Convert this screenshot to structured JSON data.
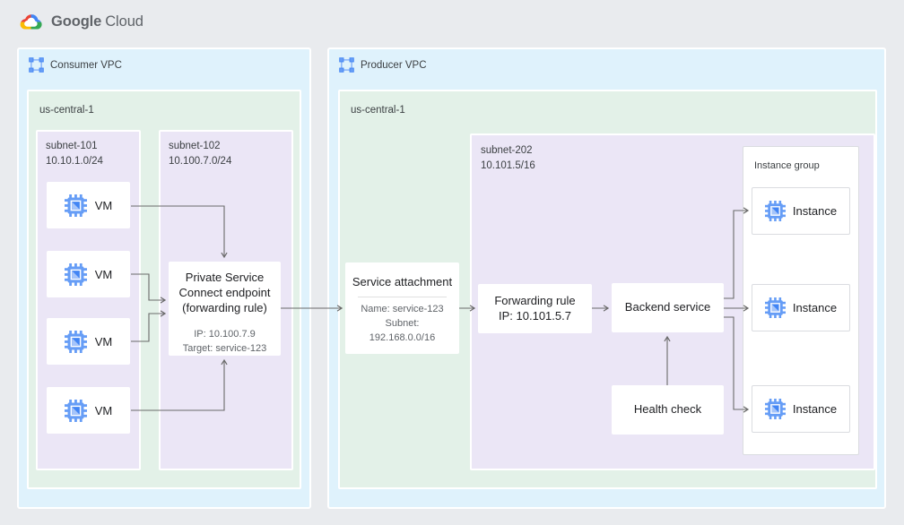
{
  "header": {
    "logo_part1": "Google",
    "logo_part2": "Cloud"
  },
  "colors": {
    "page_background": "#e9ebee",
    "vpc_blue": "#dff2fc",
    "region_green": "#e3f1e8",
    "subnet_purple": "#ebe6f6",
    "node_border_gray": "#dadce0",
    "arrow_gray": "#6a6a6a",
    "icon_blue_dark": "#4285f4",
    "icon_blue_mid": "#669df6",
    "icon_blue_light": "#a6c5fa",
    "logo_red": "#ea4335",
    "logo_blue": "#4285f4",
    "logo_yellow": "#fbbc04",
    "logo_green": "#34a853",
    "text_dark": "#202124",
    "text_gray": "#5f6368"
  },
  "icons": {
    "vpc": "vpc-network-icon",
    "vm": "compute-engine-icon",
    "logo": "google-cloud-logo-icon"
  },
  "consumer_vpc": {
    "label": "Consumer VPC",
    "region": {
      "label": "us-central-1",
      "subnet_101": {
        "name": "subnet-101",
        "cidr": "10.10.1.0/24",
        "vms": [
          "VM",
          "VM",
          "VM",
          "VM"
        ]
      },
      "subnet_102": {
        "name": "subnet-102",
        "cidr": "10.100.7.0/24",
        "psc_endpoint": {
          "title": "Private Service Connect endpoint (forwarding rule)",
          "ip": "IP: 10.100.7.9",
          "target": "Target: service-123"
        }
      }
    }
  },
  "producer_vpc": {
    "label": "Producer VPC",
    "region": {
      "label": "us-central-1",
      "service_attachment": {
        "title": "Service attachment",
        "name": "Name: service-123",
        "subnet_word": "Subnet:",
        "subnet_cidr": "192.168.0.0/16"
      },
      "subnet_202": {
        "name": "subnet-202",
        "cidr": "10.101.5/16",
        "forwarding_rule": {
          "line1": "Forwarding rule",
          "line2": "IP: 10.101.5.7"
        },
        "backend_service": {
          "label": "Backend service"
        },
        "health_check": {
          "label": "Health check"
        },
        "instance_group": {
          "label": "Instance group",
          "instances": [
            "Instance",
            "Instance",
            "Instance"
          ]
        }
      }
    }
  }
}
